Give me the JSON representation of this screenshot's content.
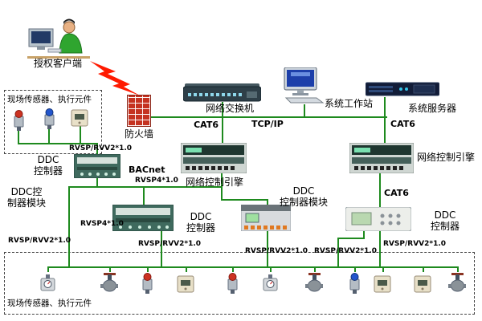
{
  "diagram_type": "building-automation-network-topology",
  "labels": {
    "client": "授权客户端",
    "firewall": "防火墙",
    "switch": "网络交换机",
    "workstation": "系统工作站",
    "server": "系统服务器",
    "nce": "网络控制引擎",
    "field": "现场传感器、执行元件",
    "ddc_l1": "DDC",
    "ddc_l2": "控制器",
    "mod_l1": "DDC",
    "mod_l2": "控制器模块",
    "modleft_l1": "DDC控",
    "modleft_l2": "制器模块"
  },
  "wires": {
    "tcpip": "TCP/IP",
    "cat6": "CAT6",
    "bacnet": "BACnet",
    "rvsp4": "RVSP4*1.0",
    "rvspv": "RVSP/RVV2*1.0"
  },
  "colors": {
    "wire_line": "#1e8a1e",
    "firewall_brick": "#c53220",
    "label_text": "#000000"
  },
  "icons": [
    "person-at-computer-icon",
    "lightning-bolt-icon",
    "firewall-brick-icon",
    "network-switch-icon",
    "workstation-icon",
    "rack-server-icon",
    "network-control-engine-icon",
    "ddc-controller-icon",
    "ddc-module-icon",
    "sensor-icon",
    "valve-icon",
    "thermostat-icon",
    "pressure-switch-icon"
  ]
}
